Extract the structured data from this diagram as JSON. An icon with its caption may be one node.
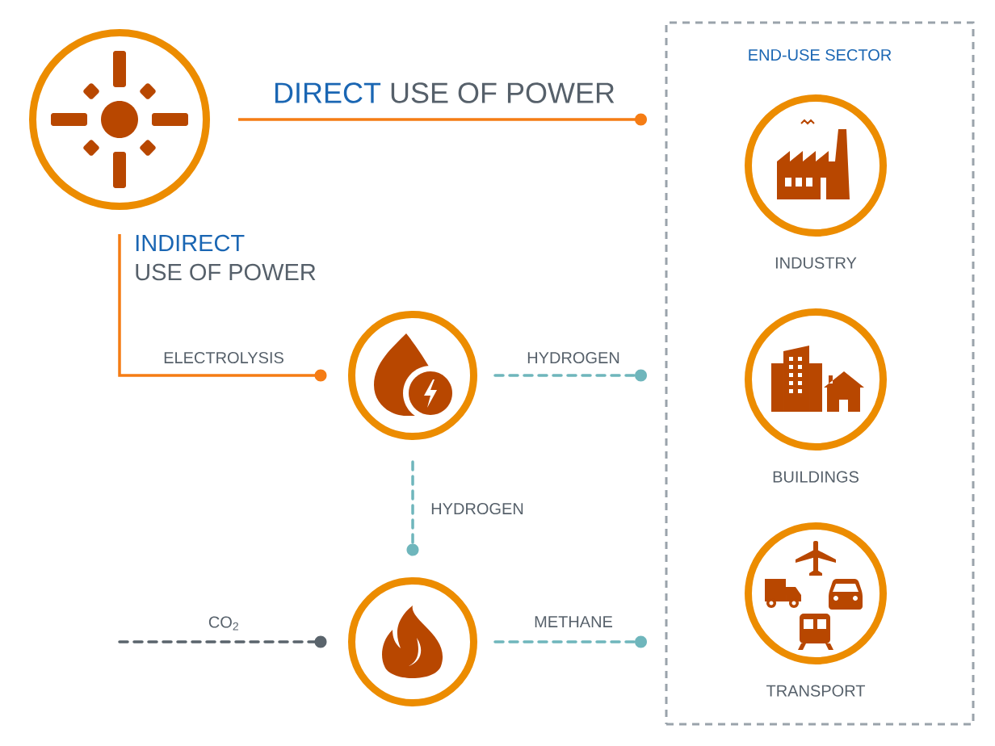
{
  "diagram": {
    "nodes": [
      {
        "text": [],
        "shape": "circle"
      },
      {
        "text": [],
        "shape": "circle"
      },
      {
        "text": [],
        "shape": "circle"
      },
      {
        "text": [
          "END-USE SECTOR"
        ]
      },
      {
        "text": [
          "INDUSTRY"
        ],
        "in": 3
      },
      {
        "text": [
          "BUILDINGS"
        ],
        "in": 3
      },
      {
        "text": [
          "TRANSPORT"
        ],
        "in": 3
      }
    ],
    "edges": [
      {
        "from": 0,
        "to": 3,
        "arrow": "other",
        "color": "#f57c14"
      },
      {
        "from": 0,
        "to": 1,
        "arrow": "other",
        "label": "ELECTROLYSIS",
        "color": "#f57c14"
      },
      {
        "from": 1,
        "to": 3,
        "arrow": "other",
        "label": "HYDROGEN",
        "style": "dashed"
      },
      {
        "from": 1,
        "to": 2,
        "arrow": "other",
        "label": "HYDROGEN",
        "style": "dashed"
      },
      {
        "from": null,
        "to": 2,
        "arrow": "other",
        "label": "CO$_{2}$",
        "style": "dashed",
        "color": "#5a646c"
      },
      {
        "from": 2,
        "to": 3,
        "arrow": "other",
        "label": "METHANE",
        "style": "dashed"
      }
    ],
    "labels": [
      "DIRECT",
      "USE OF POWER",
      "INDIRECT",
      "USE OF POWER"
    ]
  }
}
